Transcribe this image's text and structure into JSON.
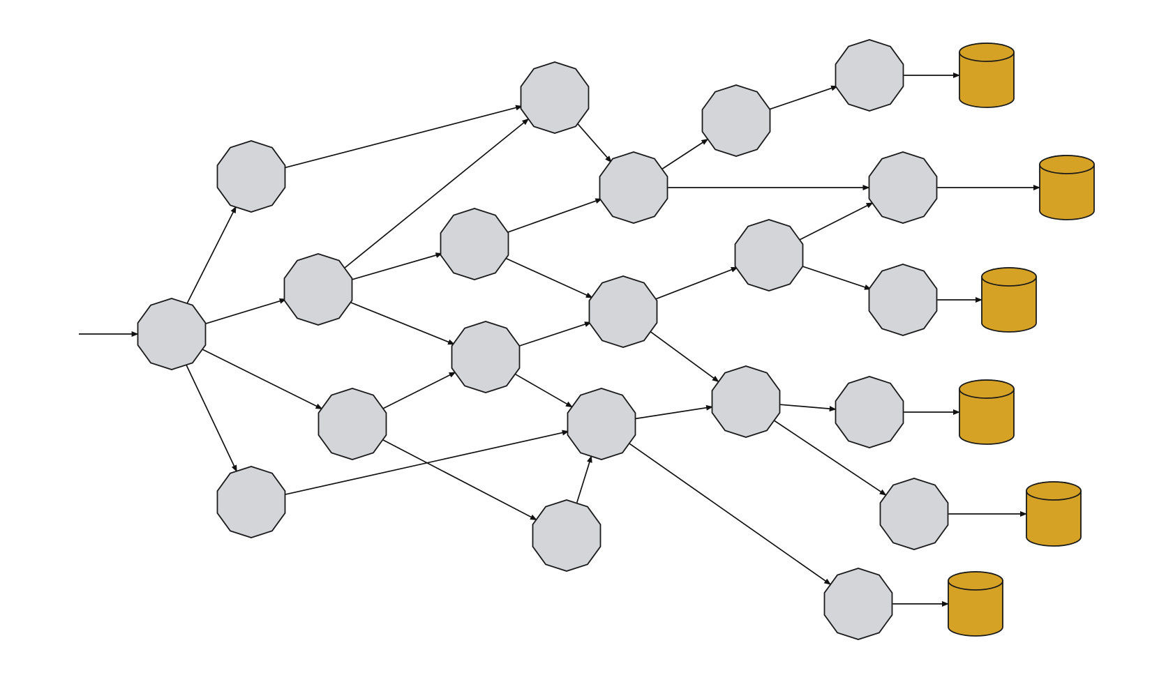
{
  "colors": {
    "node_fill": "#d4d5d9",
    "node_stroke": "#1a1a1a",
    "store_fill": "#d6a225",
    "edge": "#111111",
    "background": "#ffffff"
  },
  "node_shape": "decagon",
  "store_shape": "cylinder",
  "nodes": [
    {
      "id": "n1"
    },
    {
      "id": "n2"
    },
    {
      "id": "n3"
    },
    {
      "id": "n4"
    },
    {
      "id": "n5"
    },
    {
      "id": "n6"
    },
    {
      "id": "n7"
    },
    {
      "id": "n8"
    },
    {
      "id": "n9"
    },
    {
      "id": "n10"
    },
    {
      "id": "n11"
    },
    {
      "id": "n12"
    },
    {
      "id": "n13"
    },
    {
      "id": "n14"
    },
    {
      "id": "n15"
    },
    {
      "id": "n16"
    },
    {
      "id": "n17"
    },
    {
      "id": "n18"
    },
    {
      "id": "n19"
    },
    {
      "id": "n20"
    },
    {
      "id": "n21"
    }
  ],
  "stores": [
    {
      "id": "s1"
    },
    {
      "id": "s2"
    },
    {
      "id": "s3"
    },
    {
      "id": "s4"
    },
    {
      "id": "s5"
    },
    {
      "id": "s6"
    }
  ],
  "edges": [
    {
      "from": "entry",
      "to": "n1"
    },
    {
      "from": "n1",
      "to": "n2"
    },
    {
      "from": "n1",
      "to": "n3"
    },
    {
      "from": "n1",
      "to": "n4"
    },
    {
      "from": "n1",
      "to": "n5"
    },
    {
      "from": "n2",
      "to": "n8"
    },
    {
      "from": "n3",
      "to": "n8"
    },
    {
      "from": "n3",
      "to": "n6"
    },
    {
      "from": "n3",
      "to": "n7"
    },
    {
      "from": "n4",
      "to": "n7"
    },
    {
      "from": "n4",
      "to": "n11"
    },
    {
      "from": "n5",
      "to": "n10"
    },
    {
      "from": "n6",
      "to": "n12"
    },
    {
      "from": "n6",
      "to": "n9"
    },
    {
      "from": "n7",
      "to": "n9"
    },
    {
      "from": "n7",
      "to": "n10"
    },
    {
      "from": "n8",
      "to": "n12"
    },
    {
      "from": "n11",
      "to": "n10"
    },
    {
      "from": "n12",
      "to": "n13"
    },
    {
      "from": "n12",
      "to": "n17"
    },
    {
      "from": "n9",
      "to": "n14"
    },
    {
      "from": "n9",
      "to": "n15"
    },
    {
      "from": "n10",
      "to": "n15"
    },
    {
      "from": "n10",
      "to": "n21"
    },
    {
      "from": "n13",
      "to": "n16"
    },
    {
      "from": "n14",
      "to": "n17"
    },
    {
      "from": "n14",
      "to": "n18"
    },
    {
      "from": "n15",
      "to": "n19"
    },
    {
      "from": "n15",
      "to": "n20"
    },
    {
      "from": "n16",
      "to": "s1"
    },
    {
      "from": "n17",
      "to": "s2"
    },
    {
      "from": "n18",
      "to": "s3"
    },
    {
      "from": "n19",
      "to": "s4"
    },
    {
      "from": "n20",
      "to": "s5"
    },
    {
      "from": "n21",
      "to": "s6"
    }
  ]
}
